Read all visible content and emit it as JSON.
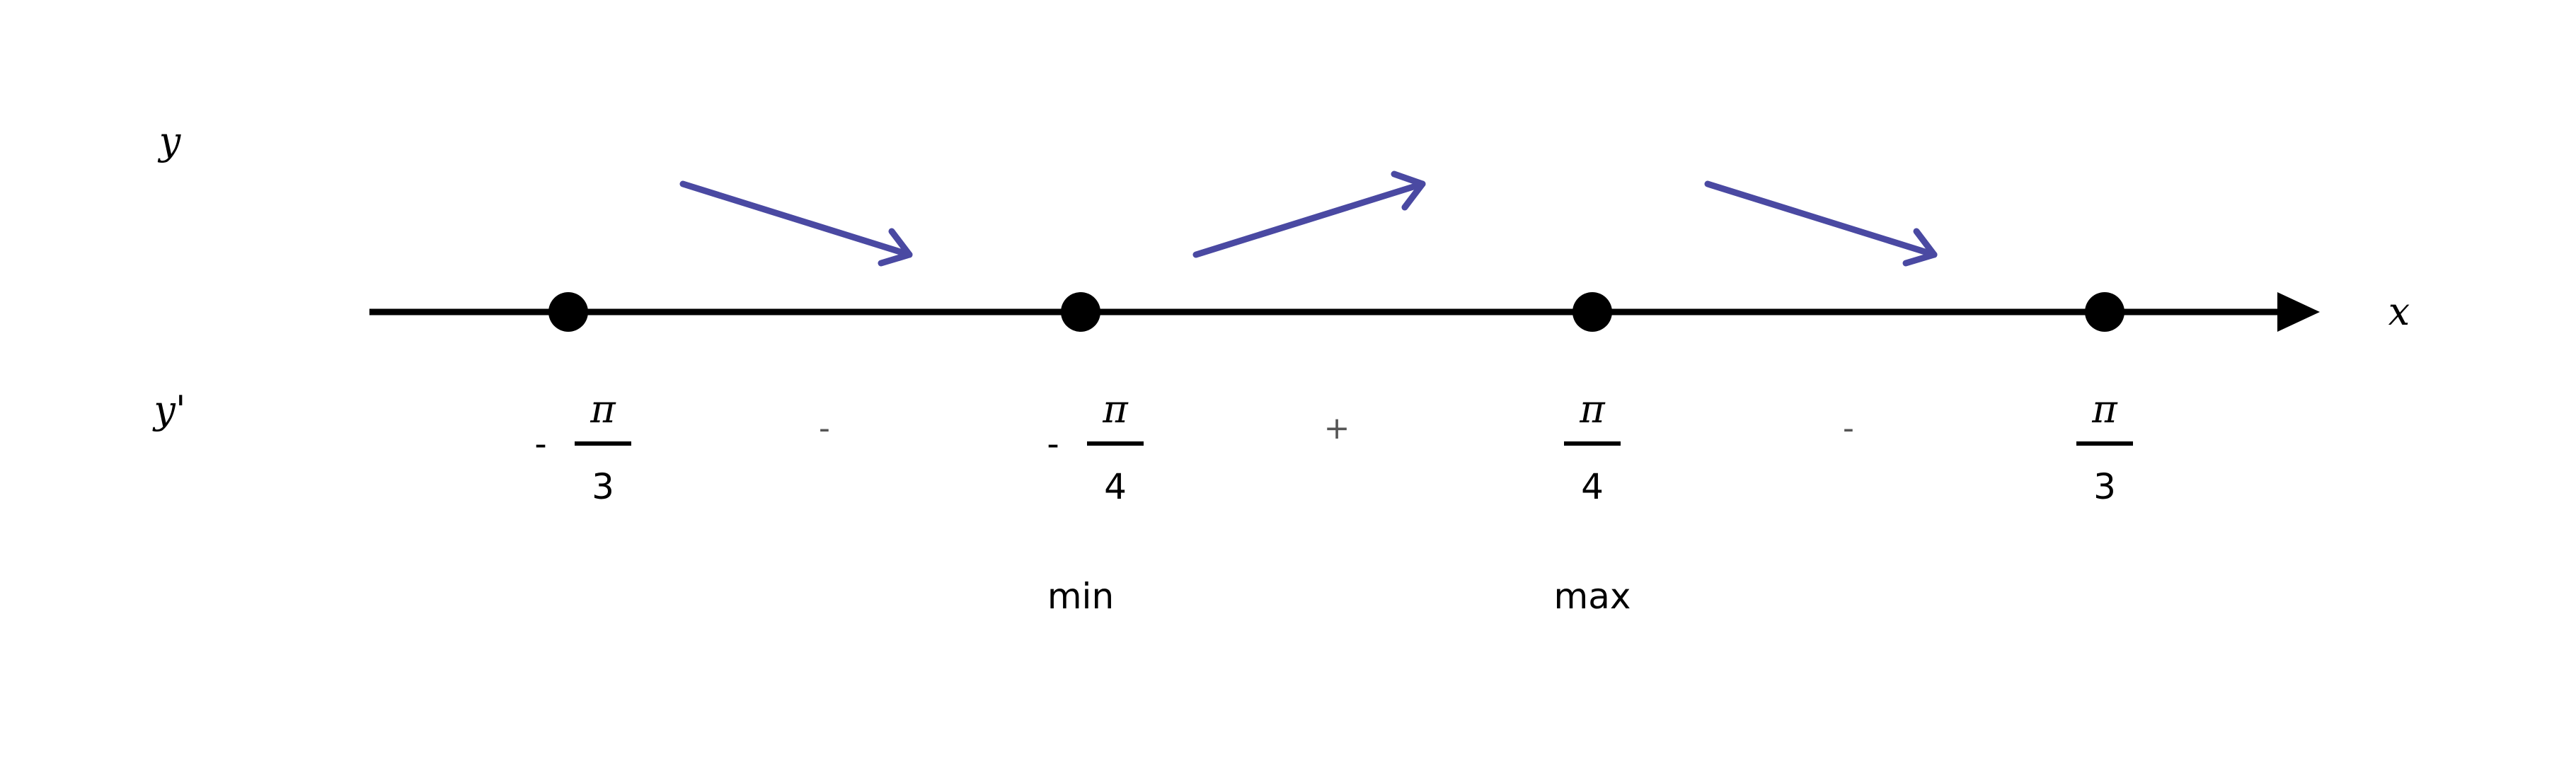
{
  "row_labels": {
    "y": "y",
    "y_prime": "y'"
  },
  "axis": {
    "x_label": "x"
  },
  "points": [
    {
      "sign": "-",
      "numerator": "π",
      "denominator": "3"
    },
    {
      "sign": "-",
      "numerator": "π",
      "denominator": "4"
    },
    {
      "sign": "",
      "numerator": "π",
      "denominator": "4"
    },
    {
      "sign": "",
      "numerator": "π",
      "denominator": "3"
    }
  ],
  "interval_signs": [
    "-",
    "+",
    "-"
  ],
  "monotonicity": [
    "decreasing",
    "increasing",
    "decreasing"
  ],
  "extrema": [
    {
      "point_index": 1,
      "label": "min"
    },
    {
      "point_index": 2,
      "label": "max"
    }
  ],
  "colors": {
    "axis": "#000000",
    "arrow": "#4a49a2",
    "sign": "#555555"
  }
}
